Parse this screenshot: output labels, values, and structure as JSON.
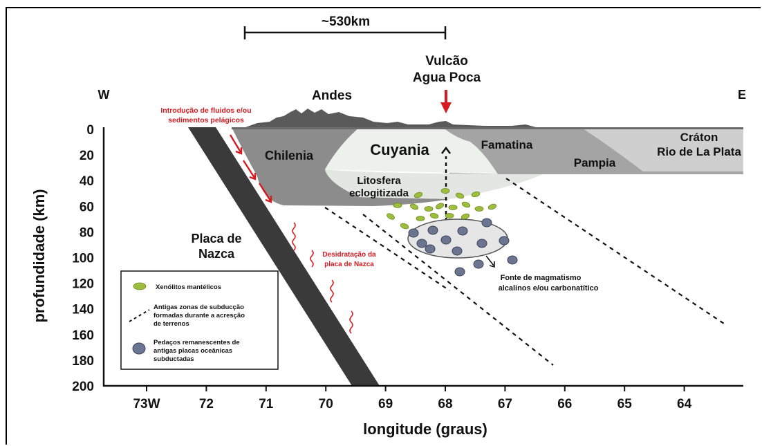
{
  "scale_bar": "~530km",
  "volcano": {
    "line1": "Vulcão",
    "line2": "Agua Poca"
  },
  "directions": {
    "west": "W",
    "east": "E"
  },
  "andes": "Andes",
  "terranes": {
    "chilenia": "Chilenia",
    "cuyania": "Cuyania",
    "famatina": "Famatina",
    "pampia": "Pampia",
    "craton_line1": "Cráton",
    "craton_line2": "Rio de La Plata"
  },
  "litosfera": {
    "line1": "Litosfera",
    "line2": "eclogitizada"
  },
  "fluids": {
    "line1": "Introdução de fluidos e/ou",
    "line2": "sedimentos pelágicos"
  },
  "dehydration": {
    "line1": "Desidratação da",
    "line2": "placa de Nazca"
  },
  "plate": {
    "line1": "Placa de",
    "line2": "Nazca"
  },
  "magmatism": {
    "line1": "Fonte de magmatismo",
    "line2": "alcalinos e/ou carbonatítico"
  },
  "y_axis": {
    "label": "profundidade (km)",
    "ticks": [
      "0",
      "20",
      "40",
      "60",
      "80",
      "100",
      "120",
      "140",
      "160",
      "180",
      "200"
    ]
  },
  "x_axis": {
    "label": "longitude (graus)",
    "ticks": [
      "73W",
      "72",
      "71",
      "70",
      "69",
      "68",
      "67",
      "66",
      "65",
      "64"
    ]
  },
  "legend": {
    "xenolith": "Xenólitos mantélicos",
    "subduction_1": "Antigas zonas de subducção",
    "subduction_2": "formadas durante a acresção",
    "subduction_3": "de terrenos",
    "remnants_1": "Pedaços remanescentes de",
    "remnants_2": "antigas placas oceânicas",
    "remnants_3": "subductadas"
  },
  "colors": {
    "chilenia": "#8c8c8c",
    "cuyania": "#e9ece9",
    "famatina": "#a4a4a4",
    "craton": "#cfcfcf",
    "slab": "#3a3a3a",
    "topography": "#5a5a5a",
    "xenolith": "#9dbe3c",
    "remnant": "#6b7590",
    "arrow_red": "#d71920"
  }
}
